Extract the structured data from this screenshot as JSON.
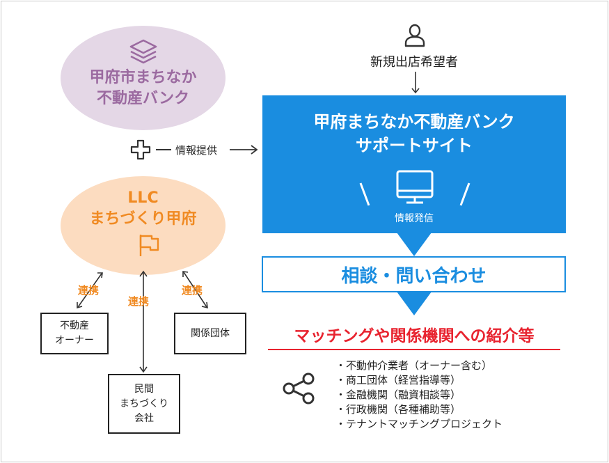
{
  "bank": {
    "line1": "甲府市まちなか",
    "line2": "不動産バンク"
  },
  "llc": {
    "line1": "LLC",
    "line2": "まちづくり甲府"
  },
  "info_provision": "情報提供",
  "applicant": "新規出店希望者",
  "support_site": {
    "line1": "甲府まちなか不動産バンク",
    "line2": "サポートサイト",
    "broadcast": "情報発信"
  },
  "consult": "相談・問い合わせ",
  "matching": "マッチングや関係機関への紹介等",
  "matching_list": [
    "・不動仲介業者（オーナー含む）",
    "・商工団体（経営指導等）",
    "・金融機関（融資相談等）",
    "・行政機関（各種補助等）",
    "・テナントマッチングプロジェクト"
  ],
  "link_label": "連携",
  "partners": {
    "owner": {
      "line1": "不動産",
      "line2": "オーナー"
    },
    "related": "関係団体",
    "private": {
      "line1": "民間",
      "line2": "まちづくり",
      "line3": "会社"
    }
  },
  "colors": {
    "blue": "#1a8de0",
    "orange": "#f08a22",
    "purple": "#9b6aa0",
    "red": "#e8232f"
  }
}
